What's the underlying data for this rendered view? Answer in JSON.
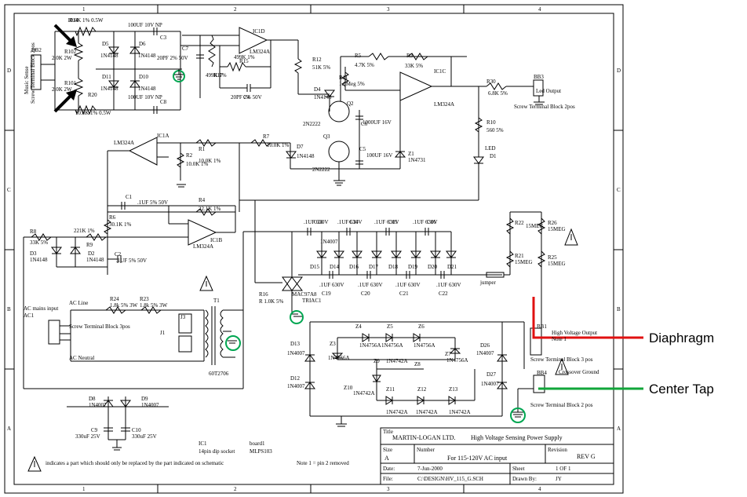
{
  "frame": {
    "col_numbers": [
      "1",
      "2",
      "3",
      "4"
    ],
    "row_letters": [
      "D",
      "C",
      "B",
      "A"
    ]
  },
  "callouts": {
    "diaphragm": {
      "label": "Diaphragm",
      "color": "#e01010"
    },
    "center_tap": {
      "label": "Center Tap",
      "color": "#11a63a"
    }
  },
  "title_block": {
    "title_lbl": "Title",
    "company": "MARTIN-LOGAN LTD.",
    "title": "High Voltage Sensing Power Supply",
    "size_lbl": "Size",
    "size": "A",
    "number_lbl": "Number",
    "number": "For 115-120V AC input",
    "revision_lbl": "Revision",
    "revision": "REV G",
    "date_lbl": "Date:",
    "date": "7-Jun-2000",
    "sheet_lbl": "Sheet",
    "sheet": "1",
    "of": "of",
    "sheet_total": "1 OF 1",
    "file_lbl": "File:",
    "file": "C:\\DESIGN\\HV_115_G.SCH",
    "drawn_lbl": "Drawn By:",
    "drawn": "JY"
  },
  "notes": {
    "replace_note": "indicates a part which should only be replaced by the part indicated on schematic",
    "pin_note": "Note 1 = pin 2 removed",
    "ic1": "IC1",
    "ic1_desc": "14pin dip socket",
    "board": "board1",
    "board_desc": "MLPS103"
  },
  "connectors": {
    "bb2": "BB2",
    "bb2_desc": "Music Sense",
    "bb2_desc2": "Screw Terminal Block 2pos",
    "bb3": "BB3",
    "bb3_desc": "Screw Terminal Block 2pos",
    "led_out": "Led Output",
    "ac1": "AC1",
    "ac1_title": "AC mains input",
    "ac1_desc": "Screw Terminal Block 3pos",
    "ac_line": "AC Line",
    "ac_neutral": "AC Neutral",
    "bb1": "BB1",
    "bb1_title": "High Voltage Output",
    "bb1_note": "Note 1",
    "bb1_desc": "Screw Terminal Block 3 pos",
    "bb4": "BB4",
    "bb4_title": "Crossover Ground",
    "bb4_desc": "Screw Terminal Block 2 pos"
  },
  "parts": [
    "R14",
    "10.0K 1% 0.5W",
    "R102",
    "2.0K 2W",
    "R101",
    "2.0K 2W",
    "R20",
    "10.0K 1% 0.5W",
    "D5",
    "1N4148",
    "D6",
    "1N4148",
    "D11",
    "1N4148",
    "D10",
    "1N4148",
    "C3",
    "100UF 10V NP",
    "C8",
    "100UF 10V NP",
    "C7",
    "20PF 2% 50V",
    "R17",
    "499K 1%",
    "IC1D",
    "LM324A",
    "R15",
    "499K 1%",
    "C4",
    "20PF 2% 50V",
    "R12",
    "51K 5%",
    "D4",
    "1N4148",
    "Q2",
    "2N2222",
    "Q3",
    "2N2222",
    "R5",
    "4.7K 5%",
    "R11",
    "1.0Meg 5%",
    "R3",
    "33K 5%",
    "IC1C",
    "LM324A",
    "R30",
    "6.8K 5%",
    "C6",
    "1000UF 16V",
    "C5",
    "100UF 16V",
    "Z1",
    "1N4731",
    "R10",
    "560 5%",
    "LED",
    "D1",
    "IC1A",
    "LM324A",
    "R1",
    "10.0K 1%",
    "R2",
    "10.0K 1%",
    "R7",
    "10.0K 1%",
    "D7",
    "1N4148",
    "C1",
    ".1UF 5% 50V",
    "R4",
    "22.1K 1%",
    "R6",
    "30.1K 1%",
    "R8",
    "33K 5%",
    "221K 1%",
    "R9",
    "D3",
    "1N4148",
    "D2",
    "1N4148",
    "C2",
    ".1UF 5% 50V",
    "IC1B",
    "LM324A",
    "R16",
    "R 1.0K 5%",
    "MAC97A8",
    "TRIAC1",
    ".1UF 630V",
    "C18",
    ".1UF 630V",
    "C14",
    ".1UF 630V",
    "C15",
    ".1UF 630V",
    "C16",
    ".1UF 630V",
    "C19",
    ".1UF 630V",
    "C20",
    ".1UF 630V",
    "C21",
    ".1UF 630V",
    "C22",
    "D15",
    "D14",
    "D16",
    "D17",
    "D18",
    "D19",
    "D20",
    "D21",
    "1N4007",
    "jumper",
    "R22",
    "15MEG",
    "R26",
    "15MEG",
    "R21",
    "15MEG",
    "R25",
    "15MEG",
    "R24",
    "1.8k 5% 3W",
    "R23",
    "1.8k 5% 3W",
    "T1",
    "J3",
    "J1",
    "60T2706",
    "Z4",
    "1N4756A",
    "Z5",
    "1N4756A",
    "Z6",
    "1N4756A",
    "Z3",
    "1N4756A",
    "Z7",
    "1N4756A",
    "Z9",
    "1N4742A",
    "Z8",
    "Z10",
    "1N4742A",
    "Z11",
    "1N4742A",
    "Z12",
    "1N4742A",
    "Z13",
    "1N4742A",
    "D13",
    "1N4007",
    "D12",
    "1N4007",
    "D26",
    "1N4007",
    "D27",
    "1N4007",
    "D8",
    "1N4007",
    "D9",
    "1N4007",
    "C9",
    "330uF 25V",
    "C10",
    "330uF 25V"
  ]
}
